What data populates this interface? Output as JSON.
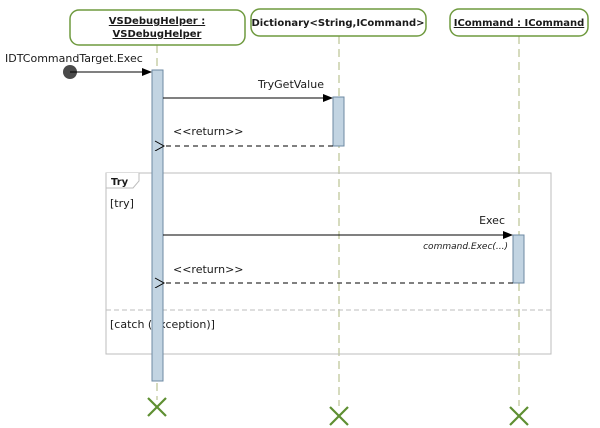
{
  "colors": {
    "lifeline_border": "#6f9a3f",
    "lifeline_fill": "#ffffff",
    "lifeline_dash": "#c9cfa8",
    "activation_fill": "#c2d4e2",
    "activation_border": "#6d8aa3",
    "arrow": "#000000",
    "fragment_border": "#bdbdbd",
    "destroy": "#5e8f32",
    "found_dot": "#4a4a4a"
  },
  "lifelines": [
    {
      "id": "vsdebughelper",
      "line1": "VSDebugHelper :",
      "line2": "VSDebugHelper"
    },
    {
      "id": "dictionary",
      "line1": "Dictionary<String,ICommand>",
      "line2": ""
    },
    {
      "id": "icommand",
      "line1": "ICommand : ICommand",
      "line2": ""
    }
  ],
  "messages": {
    "found": {
      "label": "IDTCommandTarget.Exec"
    },
    "try_get_value": {
      "label": "TryGetValue"
    },
    "return1": {
      "label": "<<return>>"
    },
    "exec": {
      "label": "Exec",
      "note": "command.Exec(...)"
    },
    "return2": {
      "label": "<<return>>"
    }
  },
  "fragment": {
    "title": "Try",
    "guard_try": "[try]",
    "guard_catch": "[catch (Exception)]"
  }
}
